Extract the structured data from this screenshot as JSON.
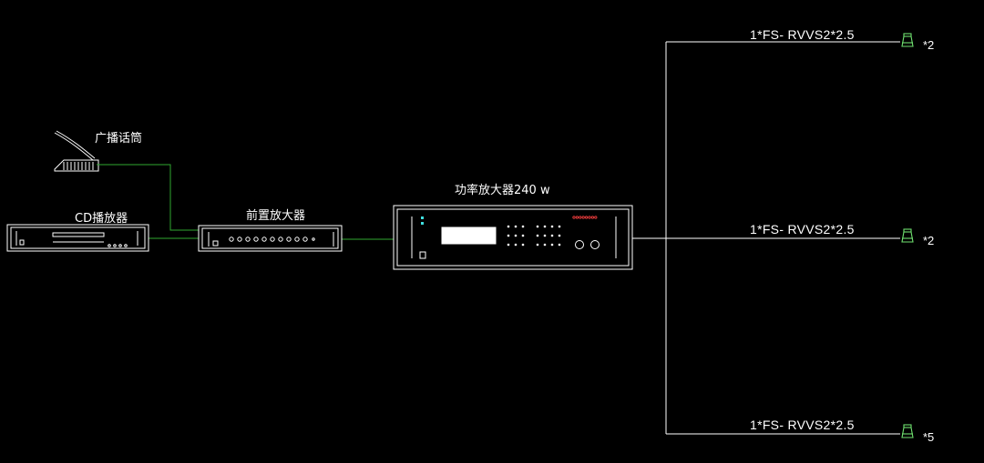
{
  "devices": {
    "mic": {
      "label": "广播话筒"
    },
    "cd": {
      "label": "CD播放器"
    },
    "pre": {
      "label": "前置放大器"
    },
    "amp": {
      "label": "功率放大器240 w"
    }
  },
  "branches": [
    {
      "cable": "1*FS- RVVS2*2.5",
      "qty": "*2"
    },
    {
      "cable": "1*FS- RVVS2*2.5",
      "qty": "*2"
    },
    {
      "cable": "1*FS- RVVS2*2.5",
      "qty": "*5"
    }
  ],
  "colors": {
    "background": "#000000",
    "equipment": "#ffffff",
    "signal_wire": "#2fa82f",
    "speaker_wire": "#ffffff",
    "speaker": "#6fe06f",
    "amp_led": "#ff4040",
    "amp_indicator": "#40e0e0"
  }
}
